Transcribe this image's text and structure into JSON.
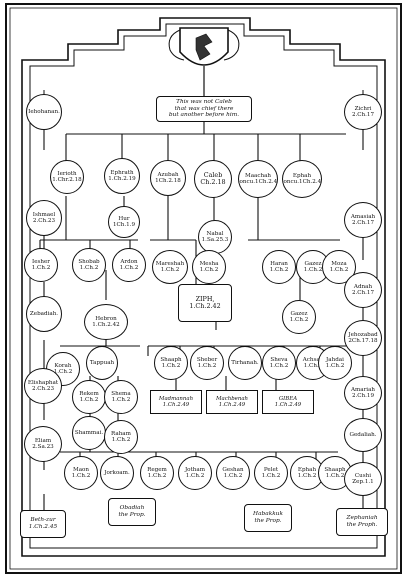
{
  "crest_title": "",
  "scroll_top": "This was not Caleb\nthat was chief there\nbut another before him.",
  "nodes": {
    "jehohanan": "Iehohanan.",
    "jerioth": "Ierioth\n1.Chr.2.18",
    "ephrath": "Ephrath\n1.Ch.2.19",
    "azubah": "Azubah\n1Ch.2.18",
    "caleb": "Caleb\nCh.2.18",
    "maachah": "Maachah\nConcu.1Ch.2.48",
    "ephah": "Ephah\nConcu.1Ch.2.46",
    "zichri": "Zichri\n2.Ch.17",
    "ishmael": "Ishmael\n2.Ch.23",
    "hur": "Hur\n1Ch.1.9",
    "nabal": "Nabal\n1.Sa.25.3",
    "amasiah": "Amasiah\n2.Ch.17",
    "jesher": "Iesher\n1.Ch.2",
    "shobab": "Shobab\n1.Ch.2",
    "ardon": "Ardon\n1.Ch.2",
    "mareshah": "Mareshah\n1.Ch.2",
    "mesha": "Mesha\n1.Ch.2",
    "haran": "Haran\n1.Ch.2",
    "gazez": "Gazez\n1.Ch.2",
    "moza": "Moza\n1.Ch.2",
    "adnah": "Adnah\n2.Ch.17",
    "zebadiah": "Zebadiah.",
    "hebron": "Hebron\n1.Ch.2.42",
    "ziph": "ZIPH,\n1.Ch.2.42",
    "gazez2": "Gazez\n1.Ch.2",
    "elishaphat": "Elishaphat\n2.Ch.23",
    "jehozabad": "Jehozabad\n2Ch.17.18",
    "korah": "Korah\n1.Ch.2",
    "tappuah": "Tappuah",
    "shaaph": "Shaaph\n1.Ch.2",
    "sheber": "Sheber\n1.Ch.2",
    "tirhanah": "Tirhanah.",
    "sheva": "Sheva\n1.Ch.2",
    "achsah": "Achsah\n1.Ch.2",
    "jahdai": "Jahdai\n1.Ch.2",
    "amariah": "Amariah\n2.Ch.19",
    "rekem": "Rekem\n1.Ch.2",
    "shema": "Shema\n1.Ch.2",
    "shammai": "Shammai.",
    "raham": "Raham\n1.Ch.2",
    "gedaliah": "Gedaliah.",
    "elijam": "Eliam\n2.Sa.23",
    "maon": "Maon\n1.Ch.2",
    "jorkoam": "Jorkoam.",
    "regem": "Regem\n1.Ch.2",
    "jotham": "Jotham\n1.Ch.2",
    "gesham": "Geshan\n1.Ch.2",
    "pelet": "Pelet\n1.Ch.2",
    "ephah2": "Ephah\n1.Ch.2",
    "shaaph2": "Shaaph\n1.Ch.2",
    "cushi": "Cushi\nZep.1.1"
  },
  "tabs": {
    "madmannah": "Madmannah\n1.Ch.2.49",
    "machbenah": "Machbenah\n1.Ch.2.49",
    "gibea": "GIBEA\n1.Ch.2.49"
  },
  "scrolls": {
    "bethzur": "Beth-zur\n1.Ch.2.45",
    "obadiah": "Obadiah\nthe Prop.",
    "habakkuk": "Habakkuk\nthe Prop.",
    "zephaniah": "Zephaniah\nthe Proph."
  }
}
